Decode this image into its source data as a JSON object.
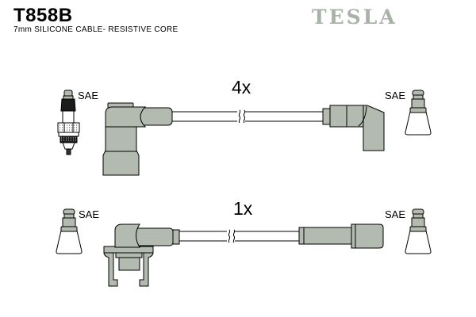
{
  "header": {
    "part_number": "T858B",
    "subtitle": "7mm SILICONE CABLE- RESISTIVE CORE",
    "brand_logo": "TESLA"
  },
  "colors": {
    "background": "#ffffff",
    "connector": "#b3bab0",
    "brand": "#a9b2a6",
    "outline": "#000000"
  },
  "icons": {
    "left_top": "spark-plug-icon",
    "right_top": "terminal-boot-icon",
    "left_bottom": "terminal-boot-icon",
    "right_bottom": "terminal-boot-icon"
  },
  "diagram": {
    "top_assembly": {
      "quantity": "4x",
      "left_connector_standard": "SAE",
      "right_connector_standard": "SAE",
      "left_end": "angled-boot-90deg",
      "right_end": "angled-boot-90deg"
    },
    "bottom_assembly": {
      "quantity": "1x",
      "left_connector_standard": "SAE",
      "right_connector_standard": "SAE",
      "left_end": "angled-distributor-connector-with-clips",
      "right_end": "straight-connector"
    }
  }
}
